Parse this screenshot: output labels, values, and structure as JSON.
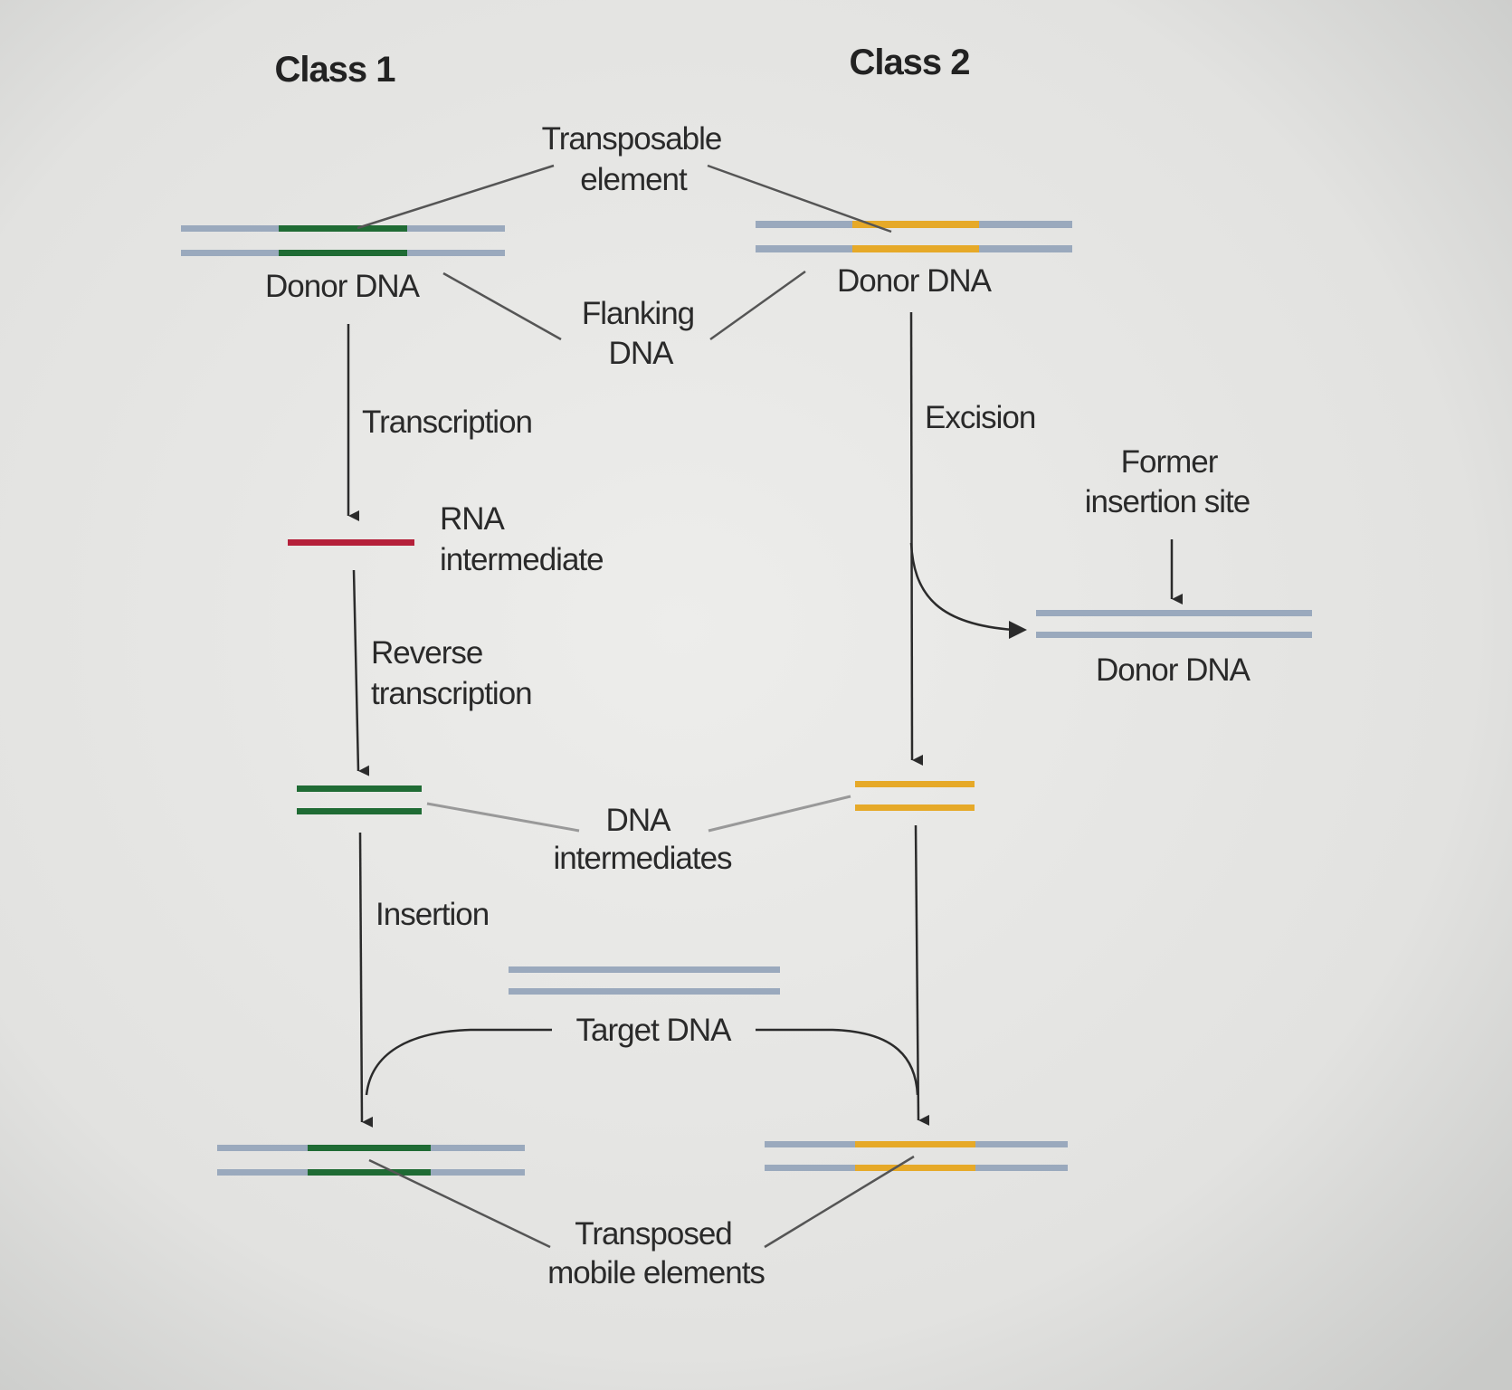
{
  "headings": {
    "class1": "Class 1",
    "class2": "Class 2"
  },
  "labels": {
    "transposable_element": [
      "Transposable",
      "element"
    ],
    "donor_dna_left": "Donor DNA",
    "donor_dna_right": "Donor DNA",
    "flanking_dna": [
      "Flanking",
      "DNA"
    ],
    "transcription": "Transcription",
    "rna_intermediate": [
      "RNA",
      "intermediate"
    ],
    "reverse_transcription": [
      "Reverse",
      "transcription"
    ],
    "excision": "Excision",
    "former_insertion_site": [
      "Former",
      "insertion site"
    ],
    "donor_dna_excised": "Donor DNA",
    "dna_intermediates": [
      "DNA",
      "intermediates"
    ],
    "insertion": "Insertion",
    "target_dna": "Target DNA",
    "transposed_mobile_elements": [
      "Transposed",
      "mobile elements"
    ]
  },
  "colors": {
    "dna_strand": "#9aa9bd",
    "class1_element": "#1f6b34",
    "class2_element": "#e6a928",
    "rna": "#b5203a",
    "leader_line": "#555555",
    "arrow": "#2b2b2b"
  }
}
